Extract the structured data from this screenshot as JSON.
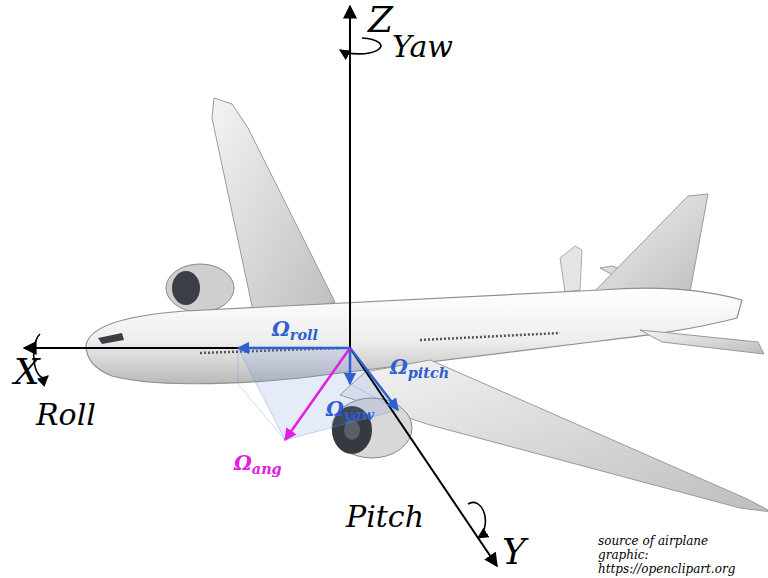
{
  "diagram": {
    "labels": [
      "Z",
      "Yaw",
      "X",
      "Roll",
      "Pitch",
      "Y",
      "Ωroll",
      "Ωpitch",
      "Ωyaw",
      "Ωang",
      "source of airplane graphic: https://openclipart.org"
    ]
  }
}
